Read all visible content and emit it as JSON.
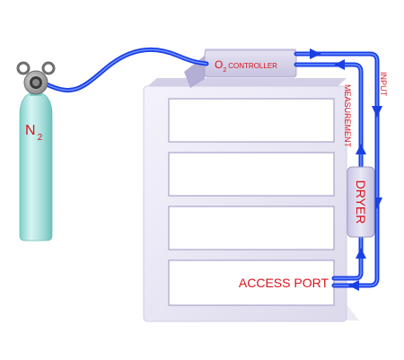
{
  "cylinder": {
    "gas_main": "N",
    "gas_sub": "2"
  },
  "controller": {
    "o_main": "O",
    "o_sub": "2",
    "text": "CONTROLLER"
  },
  "lines": {
    "input": "INPUT",
    "measurement": "MEASUREMENT"
  },
  "dryer": {
    "label": "DRYER"
  },
  "cabinet": {
    "access_port": "ACCESS PORT"
  },
  "colors": {
    "tube": "#1a3fe6",
    "tube_highlight": "#6f93ff",
    "label": "#d8121b",
    "cabinet_face": "#eceaf6",
    "cabinet_side": "#bcb9d8",
    "cylinder": "#a8e3e0"
  }
}
